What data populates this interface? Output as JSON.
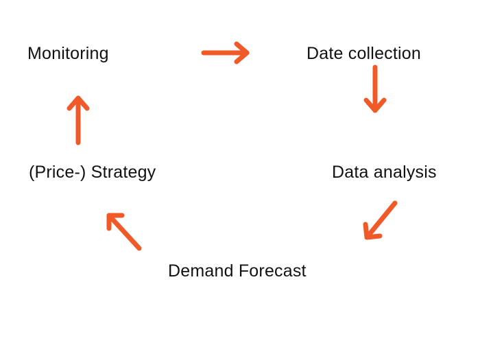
{
  "diagram": {
    "nodes": [
      {
        "id": "monitoring",
        "label": "Monitoring"
      },
      {
        "id": "collection",
        "label": "Date collection"
      },
      {
        "id": "analysis",
        "label": "Data analysis"
      },
      {
        "id": "forecast",
        "label": "Demand Forecast"
      },
      {
        "id": "strategy",
        "label": "(Price-) Strategy"
      }
    ],
    "edges": [
      {
        "from": "monitoring",
        "to": "collection"
      },
      {
        "from": "collection",
        "to": "analysis"
      },
      {
        "from": "analysis",
        "to": "forecast"
      },
      {
        "from": "forecast",
        "to": "strategy"
      },
      {
        "from": "strategy",
        "to": "monitoring"
      }
    ],
    "arrow_color": "#F05A28",
    "text_color": "#111111",
    "background_color": "#FFFFFF"
  }
}
